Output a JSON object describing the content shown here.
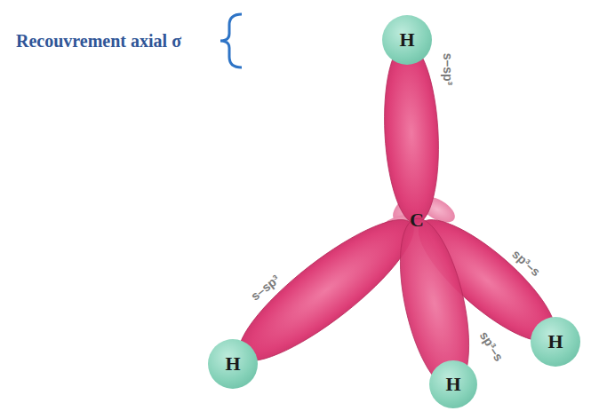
{
  "diagram": {
    "nodes": [
      {
        "text": [
          "H"
        ]
      },
      {
        "text": [
          "H"
        ]
      },
      {
        "text": [
          "H"
        ]
      },
      {
        "text": [
          "H"
        ]
      }
    ],
    "labels": [
      "Recouvrement axial σ",
      "C",
      "s–sp³",
      "s–sp³",
      "sp³–s",
      "sp³–s"
    ]
  }
}
